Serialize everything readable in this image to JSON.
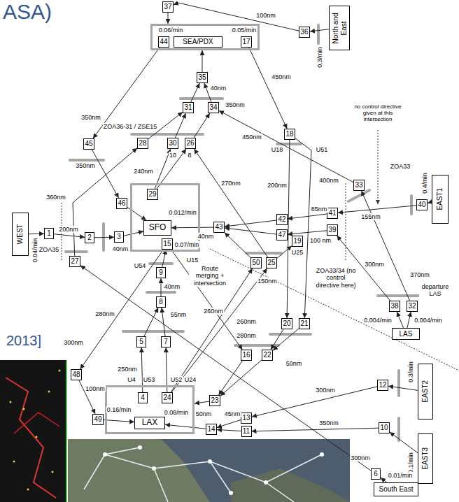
{
  "diagram": {
    "title": "ASA)",
    "nodes": [
      {
        "text": [
          "North and East"
        ]
      },
      {
        "text": [
          "36"
        ]
      },
      {
        "text": [
          "37"
        ]
      },
      {
        "text": [
          "0.06/min",
          "0.05/min"
        ]
      },
      {
        "text": [
          "44"
        ],
        "in": 3
      },
      {
        "text": [
          "SEA/PDX"
        ],
        "in": 3
      },
      {
        "text": [
          "17"
        ],
        "in": 3
      },
      {
        "text": [
          "35"
        ]
      },
      {
        "text": [
          "31"
        ]
      },
      {
        "text": [
          "34"
        ]
      },
      {
        "text": [
          "28"
        ]
      },
      {
        "text": [
          "30"
        ]
      },
      {
        "text": [
          "26"
        ]
      },
      {
        "text": [
          "45"
        ]
      },
      {
        "text": [
          "18"
        ]
      },
      {
        "text": [
          "33"
        ]
      },
      {
        "text": [
          "EAST1"
        ]
      },
      {
        "text": [
          "40"
        ]
      },
      {
        "text": [
          "41"
        ]
      },
      {
        "text": [
          "39"
        ]
      },
      {
        "text": [
          "42"
        ]
      },
      {
        "text": [
          "47"
        ]
      },
      {
        "text": [
          "43"
        ]
      },
      {
        "text": [
          "19"
        ]
      },
      {
        "text": [
          "0.012/min",
          "0.07/min"
        ]
      },
      {
        "text": [
          "29"
        ],
        "in": 24
      },
      {
        "text": [
          "SFO"
        ],
        "in": 24
      },
      {
        "text": [
          "15"
        ],
        "in": 24
      },
      {
        "text": [
          "46"
        ]
      },
      {
        "text": [
          "WEST"
        ]
      },
      {
        "text": [
          "1"
        ]
      },
      {
        "text": [
          "2"
        ]
      },
      {
        "text": [
          "3"
        ]
      },
      {
        "text": [
          "50"
        ]
      },
      {
        "text": [
          "25"
        ]
      },
      {
        "text": [
          "27"
        ]
      },
      {
        "text": [
          "9"
        ]
      },
      {
        "text": [
          "8"
        ]
      },
      {
        "text": [
          "20"
        ]
      },
      {
        "text": [
          "21"
        ]
      },
      {
        "text": [
          "5"
        ]
      },
      {
        "text": [
          "7"
        ]
      },
      {
        "text": [
          "48"
        ]
      },
      {
        "text": [
          "16"
        ]
      },
      {
        "text": [
          "22"
        ]
      },
      {
        "text": [
          "38"
        ]
      },
      {
        "text": [
          "32"
        ]
      },
      {
        "text": [
          "LAS"
        ]
      },
      {
        "text": [
          "0.16/min",
          "0.08/min"
        ]
      },
      {
        "text": [
          "4"
        ],
        "in": 48
      },
      {
        "text": [
          "24"
        ],
        "in": 48
      },
      {
        "text": [
          "LAX"
        ],
        "in": 48
      },
      {
        "text": [
          "49"
        ]
      },
      {
        "text": [
          "23"
        ]
      },
      {
        "text": [
          "13"
        ]
      },
      {
        "text": [
          "14"
        ]
      },
      {
        "text": [
          "11"
        ]
      },
      {
        "text": [
          "12"
        ]
      },
      {
        "text": [
          "EAST2"
        ]
      },
      {
        "text": [
          "10"
        ]
      },
      {
        "text": [
          "EAST3"
        ]
      },
      {
        "text": [
          "6"
        ]
      },
      {
        "text": [
          "South East"
        ]
      }
    ],
    "edges": [
      {
        "from": 0,
        "to": 1,
        "arrow": "to"
      },
      {
        "from": 1,
        "to": 2,
        "label": "100nm",
        "arrow": "to"
      },
      {
        "from": 2,
        "to": 3,
        "arrow": "to"
      },
      {
        "from": 4,
        "to": 13,
        "label": "350nm",
        "arrow": "to"
      },
      {
        "from": 13,
        "to": 28,
        "label": "350nm",
        "arrow": "to"
      },
      {
        "from": 28,
        "to": 26,
        "arrow": "to"
      },
      {
        "from": 6,
        "to": 14,
        "label": "450nm",
        "arrow": "to"
      },
      {
        "from": 7,
        "to": 3,
        "arrow": "to"
      },
      {
        "from": 8,
        "to": 7,
        "label": "40nm",
        "arrow": "to"
      },
      {
        "from": 9,
        "to": 7,
        "arrow": "to"
      },
      {
        "from": 11,
        "to": 8,
        "label": "350nm",
        "arrow": "to"
      },
      {
        "from": 12,
        "to": 9,
        "arrow": "to"
      },
      {
        "from": 10,
        "to": 8,
        "arrow": "to"
      },
      {
        "from": 25,
        "to": 11,
        "label": "240nm",
        "arrow": "to"
      },
      {
        "from": 25,
        "to": 12,
        "arrow": "to"
      },
      {
        "from": 35,
        "to": 10,
        "label": "360nm",
        "arrow": "to"
      },
      {
        "from": 61,
        "to": 35,
        "label": "300nm",
        "arrow": "to"
      },
      {
        "from": 62,
        "to": 61,
        "arrow": "to"
      },
      {
        "from": 15,
        "to": 9,
        "label": "450nm",
        "arrow": "to"
      },
      {
        "from": 46,
        "to": 15,
        "label": "370nm",
        "arrow": "to"
      },
      {
        "from": 16,
        "to": 17,
        "arrow": "to"
      },
      {
        "from": 17,
        "to": 18,
        "label": "155nm",
        "arrow": "to"
      },
      {
        "from": 18,
        "to": 20,
        "label": "85nm",
        "arrow": "to"
      },
      {
        "from": 20,
        "to": 22,
        "arrow": "to"
      },
      {
        "from": 21,
        "to": 22,
        "arrow": "to"
      },
      {
        "from": 22,
        "to": 26,
        "label": "40nm",
        "arrow": "to"
      },
      {
        "from": 45,
        "to": 19,
        "label": "300nm",
        "arrow": "to"
      },
      {
        "from": 19,
        "to": 21,
        "label": "100 nm",
        "arrow": "to"
      },
      {
        "from": 14,
        "to": 38,
        "label": "200nm",
        "arrow": "to"
      },
      {
        "from": 14,
        "to": 39,
        "label": "400nm",
        "arrow": "to"
      },
      {
        "from": 29,
        "to": 30,
        "arrow": "to"
      },
      {
        "from": 30,
        "to": 31,
        "label": "200nm",
        "arrow": "to"
      },
      {
        "from": 31,
        "to": 32,
        "arrow": "to"
      },
      {
        "from": 32,
        "to": 26,
        "label": "40nm",
        "arrow": "to"
      },
      {
        "from": 36,
        "to": 27,
        "arrow": "to"
      },
      {
        "from": 37,
        "to": 36,
        "label": "40nm",
        "arrow": "to"
      },
      {
        "from": 40,
        "to": 37,
        "label": "55nm",
        "arrow": "to"
      },
      {
        "from": 41,
        "to": 37,
        "arrow": "to"
      },
      {
        "from": 49,
        "to": 40,
        "label": "250nm",
        "arrow": "to"
      },
      {
        "from": 50,
        "to": 41,
        "arrow": "to"
      },
      {
        "from": 27,
        "to": 42,
        "label": "280nm",
        "arrow": "to"
      },
      {
        "from": 42,
        "to": 52,
        "label": "100nm",
        "arrow": "to"
      },
      {
        "from": 52,
        "to": 51,
        "arrow": "to"
      },
      {
        "from": 27,
        "to": 43,
        "label": "280nm",
        "arrow": "to"
      },
      {
        "from": 43,
        "to": 53,
        "arrow": "to"
      },
      {
        "from": 44,
        "to": 53,
        "arrow": "to"
      },
      {
        "from": 38,
        "to": 44,
        "arrow": "to"
      },
      {
        "from": 39,
        "to": 44,
        "label": "50nm",
        "arrow": "to"
      },
      {
        "from": 53,
        "to": 48,
        "label": "50nm",
        "arrow": "to"
      },
      {
        "from": 58,
        "to": 57,
        "arrow": "to"
      },
      {
        "from": 57,
        "to": 54,
        "label": "300nm",
        "arrow": "to"
      },
      {
        "from": 54,
        "to": 55,
        "label": "45nm",
        "arrow": "to"
      },
      {
        "from": 55,
        "to": 51,
        "arrow": "to"
      },
      {
        "from": 60,
        "to": 59,
        "arrow": "to"
      },
      {
        "from": 59,
        "to": 56,
        "label": "350nm",
        "arrow": "to"
      },
      {
        "from": 56,
        "to": 55,
        "arrow": "to"
      },
      {
        "from": 50,
        "to": 33,
        "label": "260nm",
        "arrow": "to"
      },
      {
        "from": 50,
        "to": 34,
        "label": "260nm",
        "arrow": "to"
      },
      {
        "from": 33,
        "to": 22,
        "arrow": "to"
      },
      {
        "from": 34,
        "to": 23,
        "label": "150nm",
        "arrow": "to"
      },
      {
        "from": 34,
        "to": 12,
        "label": "270nm",
        "arrow": "to"
      },
      {
        "from": 47,
        "to": 45,
        "arrow": "to"
      },
      {
        "from": 47,
        "to": 46,
        "arrow": "to"
      }
    ],
    "labels": [
      "no control directive given at this intersection",
      "ZOA33",
      "ZOA36-31 / ZSE15",
      "U18",
      "U51",
      "ZOA35",
      "U25",
      "U54",
      "U15",
      "Route merging + intersection",
      "ZOA33/34 (no control directive here)",
      "departure LAS",
      "0.4/min",
      "0.3/min",
      "0.04/min",
      "0.004/min",
      "0.004/min",
      "0.3/min",
      "0.1/min",
      "0.01/min",
      "10",
      "8",
      "U4",
      "U53",
      "U52",
      "U24",
      "2013]",
      "300nm"
    ]
  }
}
